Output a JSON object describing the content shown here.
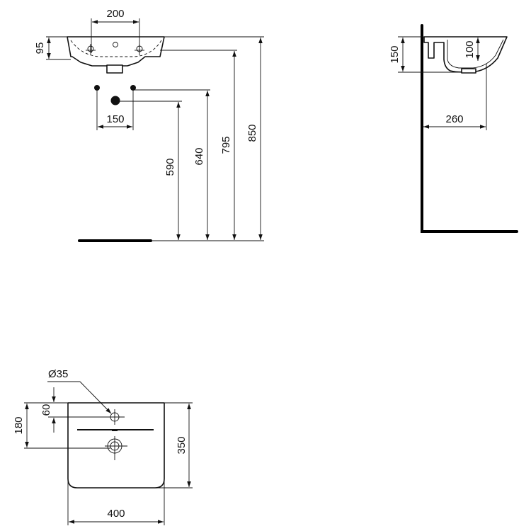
{
  "drawing": {
    "title": "Washbasin technical drawing",
    "front_view": {
      "dims": {
        "tap_spacing": "200",
        "basin_height": "95",
        "supply_spacing": "150",
        "waste_height": "590",
        "supply_height": "640",
        "basin_bottom_height": "795",
        "rim_height": "850"
      }
    },
    "side_view": {
      "dims": {
        "overall_depth": "150",
        "bowl_depth": "100",
        "projection": "260"
      }
    },
    "top_view": {
      "dims": {
        "tap_hole_diameter": "Ø35",
        "tap_hole_offset": "60",
        "waste_offset": "180",
        "depth": "350",
        "width": "400"
      }
    }
  }
}
